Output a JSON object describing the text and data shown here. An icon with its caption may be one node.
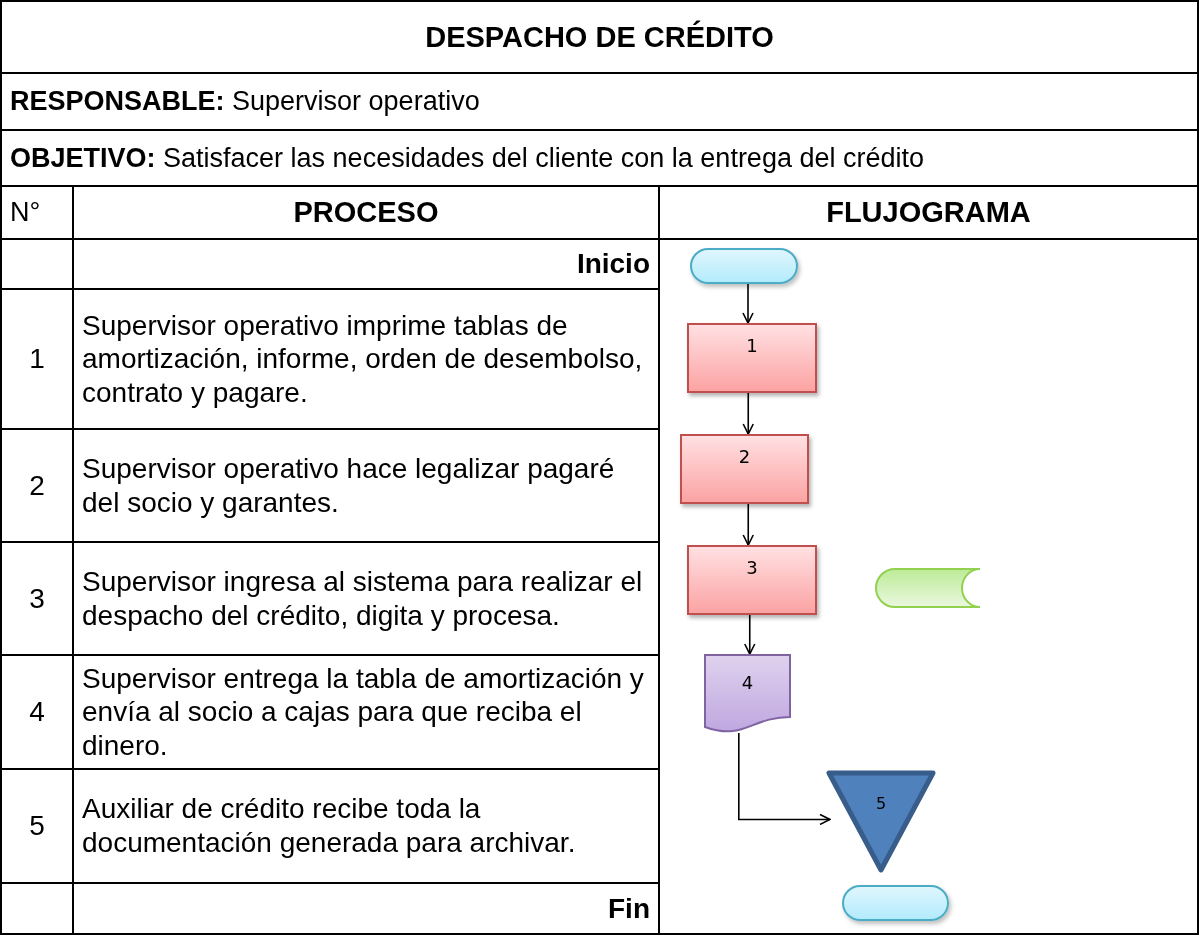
{
  "diagram": {
    "title": "DESPACHO DE CRÉDITO",
    "nodes": [
      {
        "text": [],
        "shape": "terminal"
      },
      {
        "text": [
          "1"
        ]
      },
      {
        "text": [
          "2"
        ]
      },
      {
        "text": [
          "3"
        ]
      },
      {
        "text": [],
        "shape": "cylinder"
      },
      {
        "text": [
          "4"
        ]
      },
      {
        "text": [
          "5"
        ]
      },
      {
        "text": [],
        "shape": "terminal"
      }
    ],
    "edges": [
      {
        "from": 0,
        "to": 1,
        "arrow": "to"
      },
      {
        "from": 1,
        "to": 2,
        "arrow": "to"
      },
      {
        "from": 2,
        "to": 3,
        "arrow": "to"
      },
      {
        "from": 3,
        "to": 5,
        "arrow": "to"
      },
      {
        "from": 5,
        "to": 6,
        "arrow": "to"
      }
    ],
    "labels": [
      "**RESPONSABLE:** Supervisor operativo",
      "**OBJETIVO:** Satisfacer las necesidades del cliente con la entrega del crédito",
      "N°",
      "PROCESO",
      "FLUJOGRAMA",
      "Inicio",
      "1",
      "Supervisor operativo imprime tablas de amortización, informe, orden de desembolso, contrato y pagare.",
      "2",
      "Supervisor operativo hace legalizar pagaré del socio y garantes.",
      "3",
      "Supervisor ingresa al sistema para realizar el despacho del crédito, digita y procesa.",
      "4",
      "Supervisor entrega la tabla de amortización y envía al socio a cajas para que reciba el dinero.",
      "5",
      "Auxiliar de crédito recibe toda la documentación generada para archivar.",
      "Fin"
    ]
  }
}
